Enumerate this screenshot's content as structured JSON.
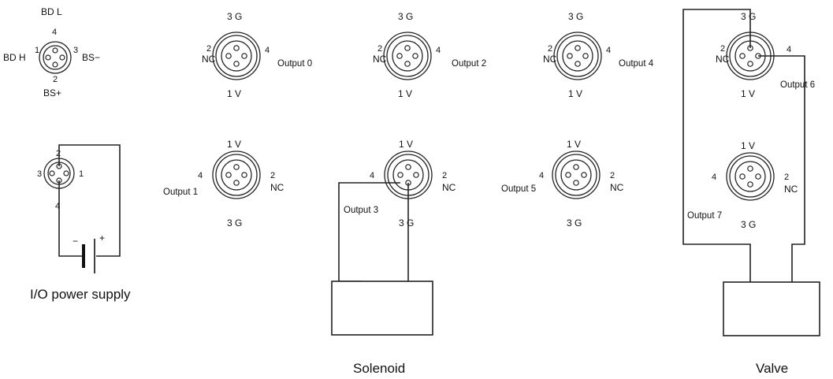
{
  "bus_connector": {
    "pin4": "4",
    "pin1": "1",
    "pin3": "3",
    "pin2": "2",
    "label_top": "BD L",
    "label_left": "BD H",
    "label_right": "BS−",
    "label_bottom": "BS+"
  },
  "power_connector": {
    "pin1": "1",
    "pin2": "2",
    "pin3": "3",
    "pin4": "4",
    "minus": "−",
    "plus": "+",
    "caption": "I/O power supply"
  },
  "top_row": [
    {
      "top": "3 G",
      "left_no": "2",
      "left_sig": "NC",
      "right_no": "4",
      "bottom": "1 V",
      "output": "Output 0"
    },
    {
      "top": "3 G",
      "left_no": "2",
      "left_sig": "NC",
      "right_no": "4",
      "bottom": "1 V",
      "output": "Output 2"
    },
    {
      "top": "3 G",
      "left_no": "2",
      "left_sig": "NC",
      "right_no": "4",
      "bottom": "1 V",
      "output": "Output 4"
    },
    {
      "top": "3 G",
      "left_no": "2",
      "left_sig": "NC",
      "right_no": "4",
      "bottom": "1 V",
      "output": "Output 6"
    }
  ],
  "bottom_row": [
    {
      "top": "1 V",
      "left_no": "4",
      "right_no": "2",
      "right_sig": "NC",
      "bottom": "3 G",
      "output": "Output 1"
    },
    {
      "top": "1 V",
      "left_no": "4",
      "right_no": "2",
      "right_sig": "NC",
      "bottom": "3 G",
      "output": "Output 3"
    },
    {
      "top": "1 V",
      "left_no": "4",
      "right_no": "2",
      "right_sig": "NC",
      "bottom": "3 G",
      "output": "Output 5"
    },
    {
      "top": "1 V",
      "left_no": "4",
      "right_no": "2",
      "right_sig": "NC",
      "bottom": "3 G",
      "output": "Output 7"
    }
  ],
  "loads": {
    "solenoid": "Solenoid",
    "valve": "Valve"
  }
}
